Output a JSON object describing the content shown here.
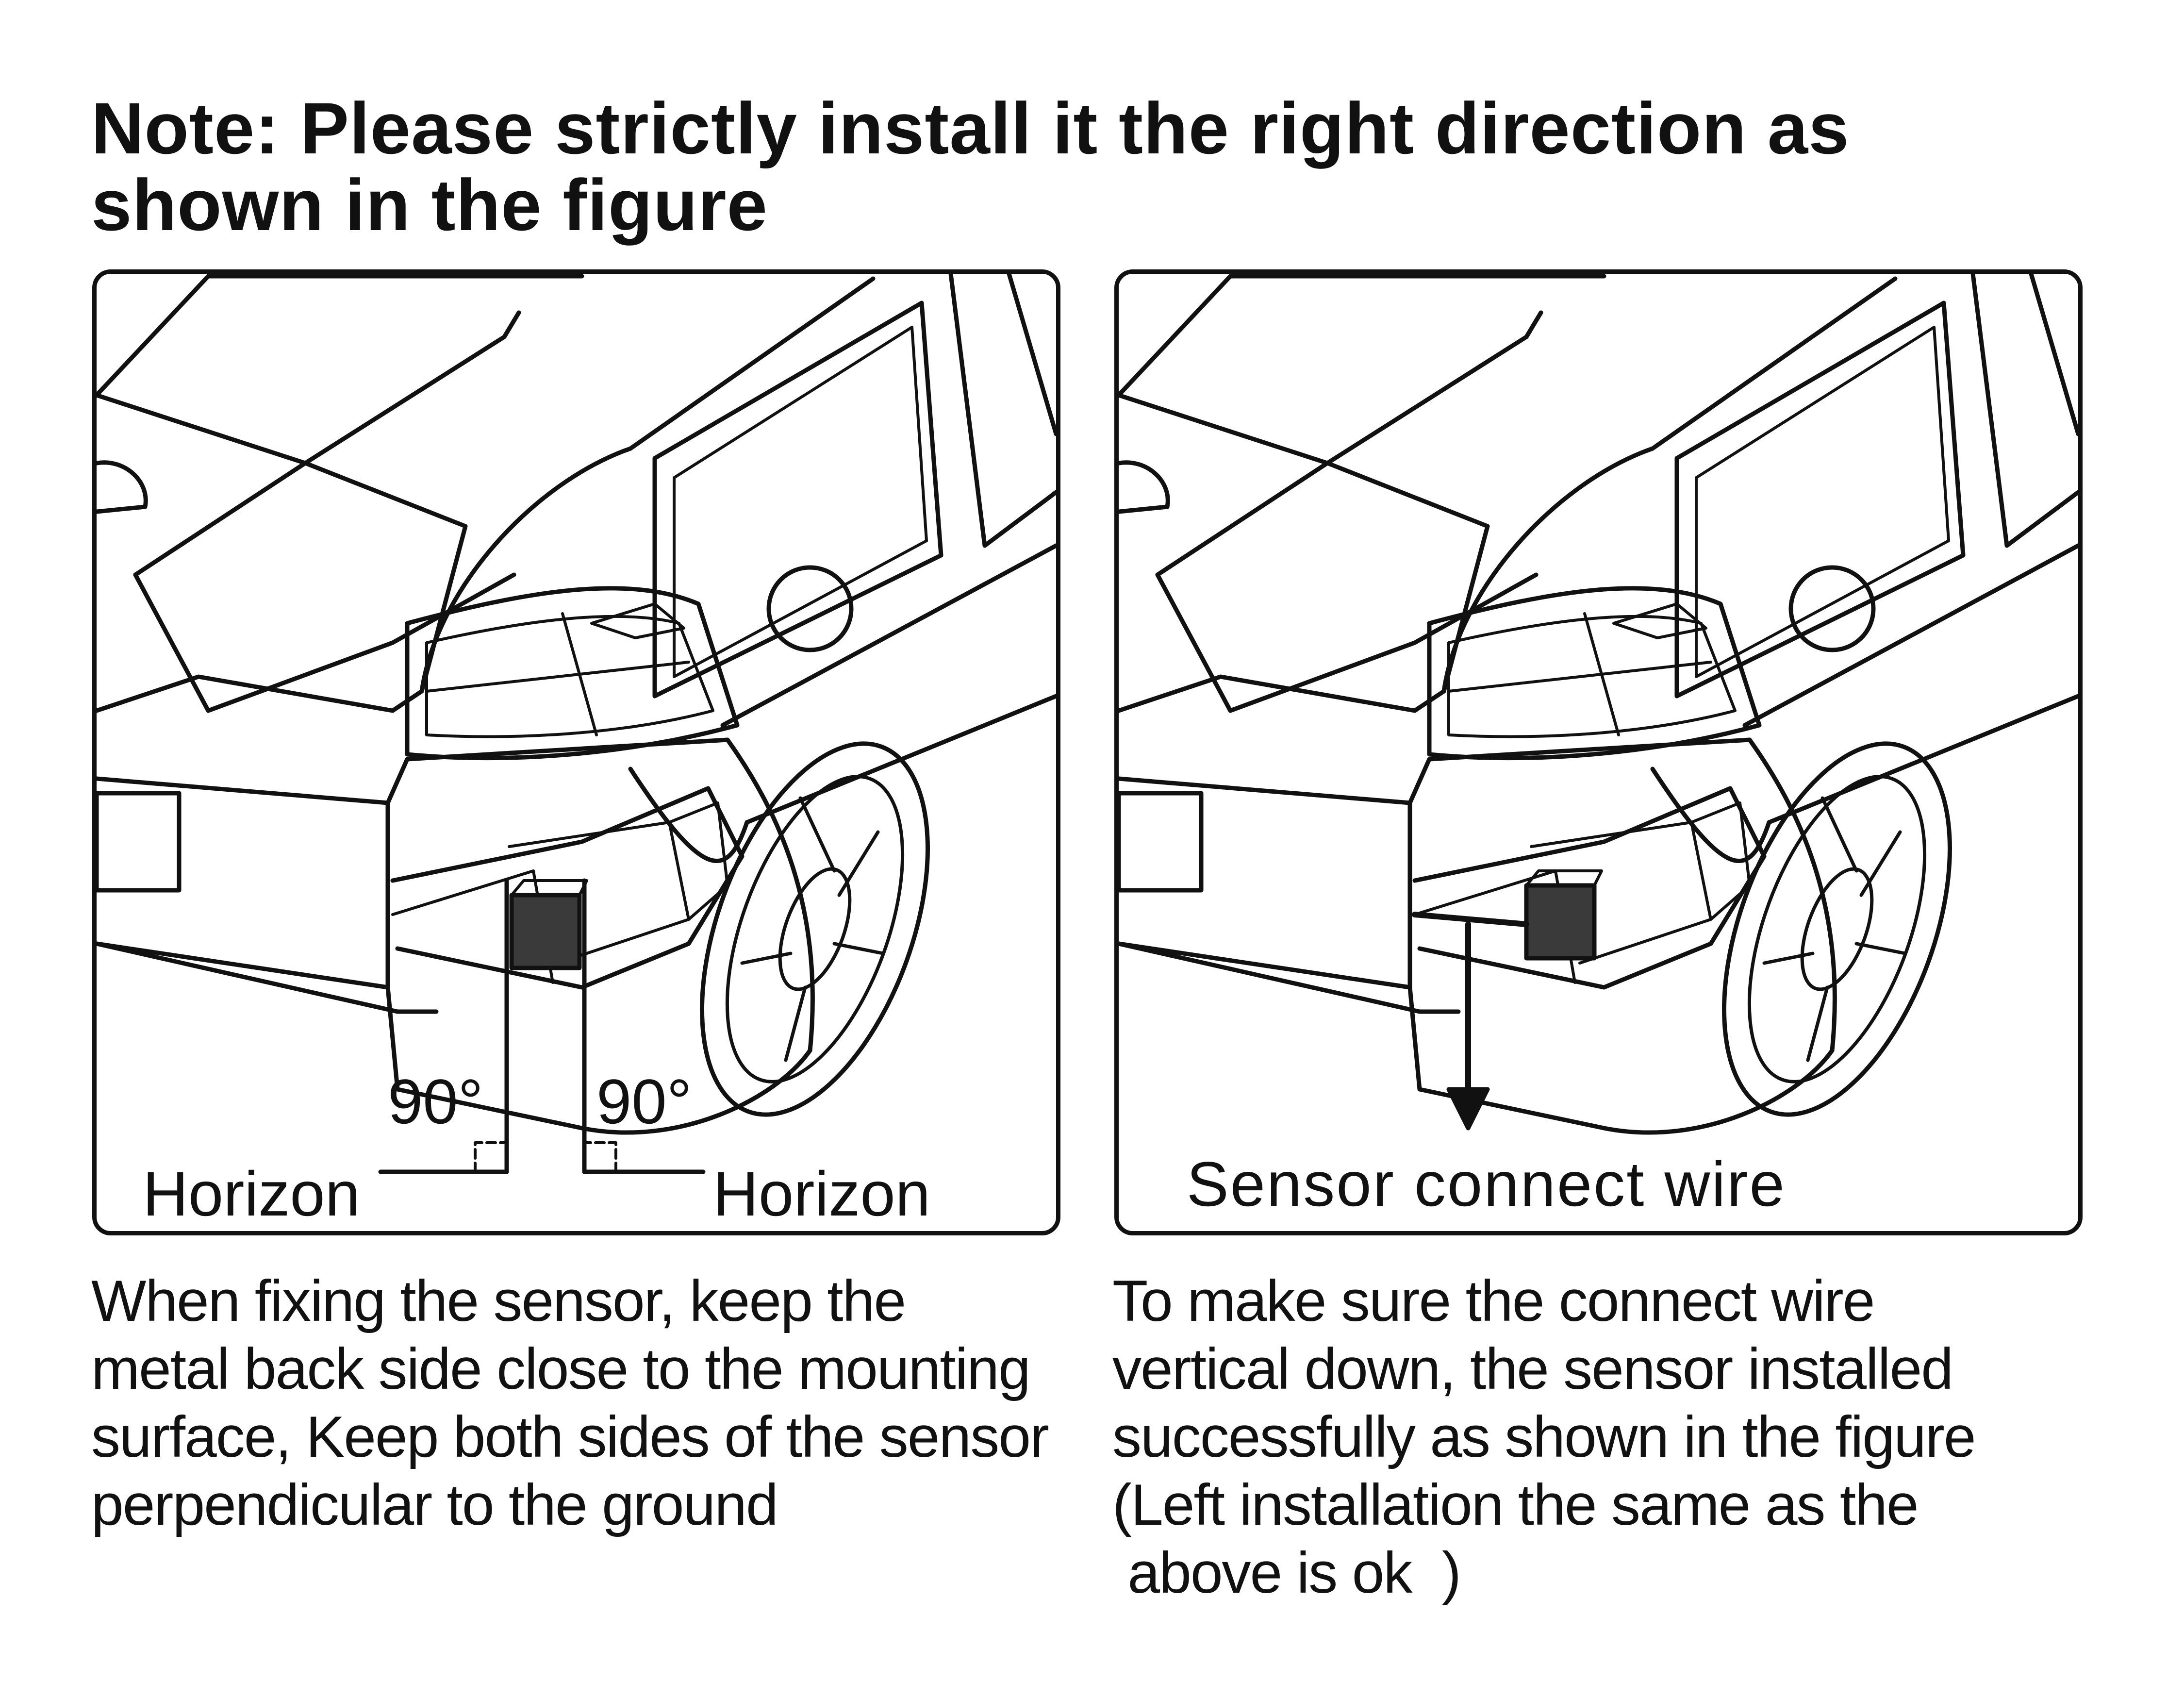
{
  "note": {
    "line1": "Note: Please strictly install it the right direction as",
    "line2": "shown in the figure"
  },
  "left_panel": {
    "angle_left": "90°",
    "angle_right": "90°",
    "horizon_left": "Horizon",
    "horizon_right": "Horizon"
  },
  "right_panel": {
    "wire_label": "Sensor connect wire"
  },
  "captions": {
    "left": [
      "When fixing the sensor, keep the",
      "metal back side close to the mounting",
      "surface, Keep both sides of the sensor",
      "perpendicular to the ground"
    ],
    "right": [
      "To make sure the connect wire",
      "vertical down, the sensor installed",
      "successfully as shown in the figure",
      "(Left installation the same as the",
      " above is ok  )"
    ]
  },
  "colors": {
    "line": "#111111",
    "sensor": "#3a3a3a",
    "background": "#ffffff"
  }
}
